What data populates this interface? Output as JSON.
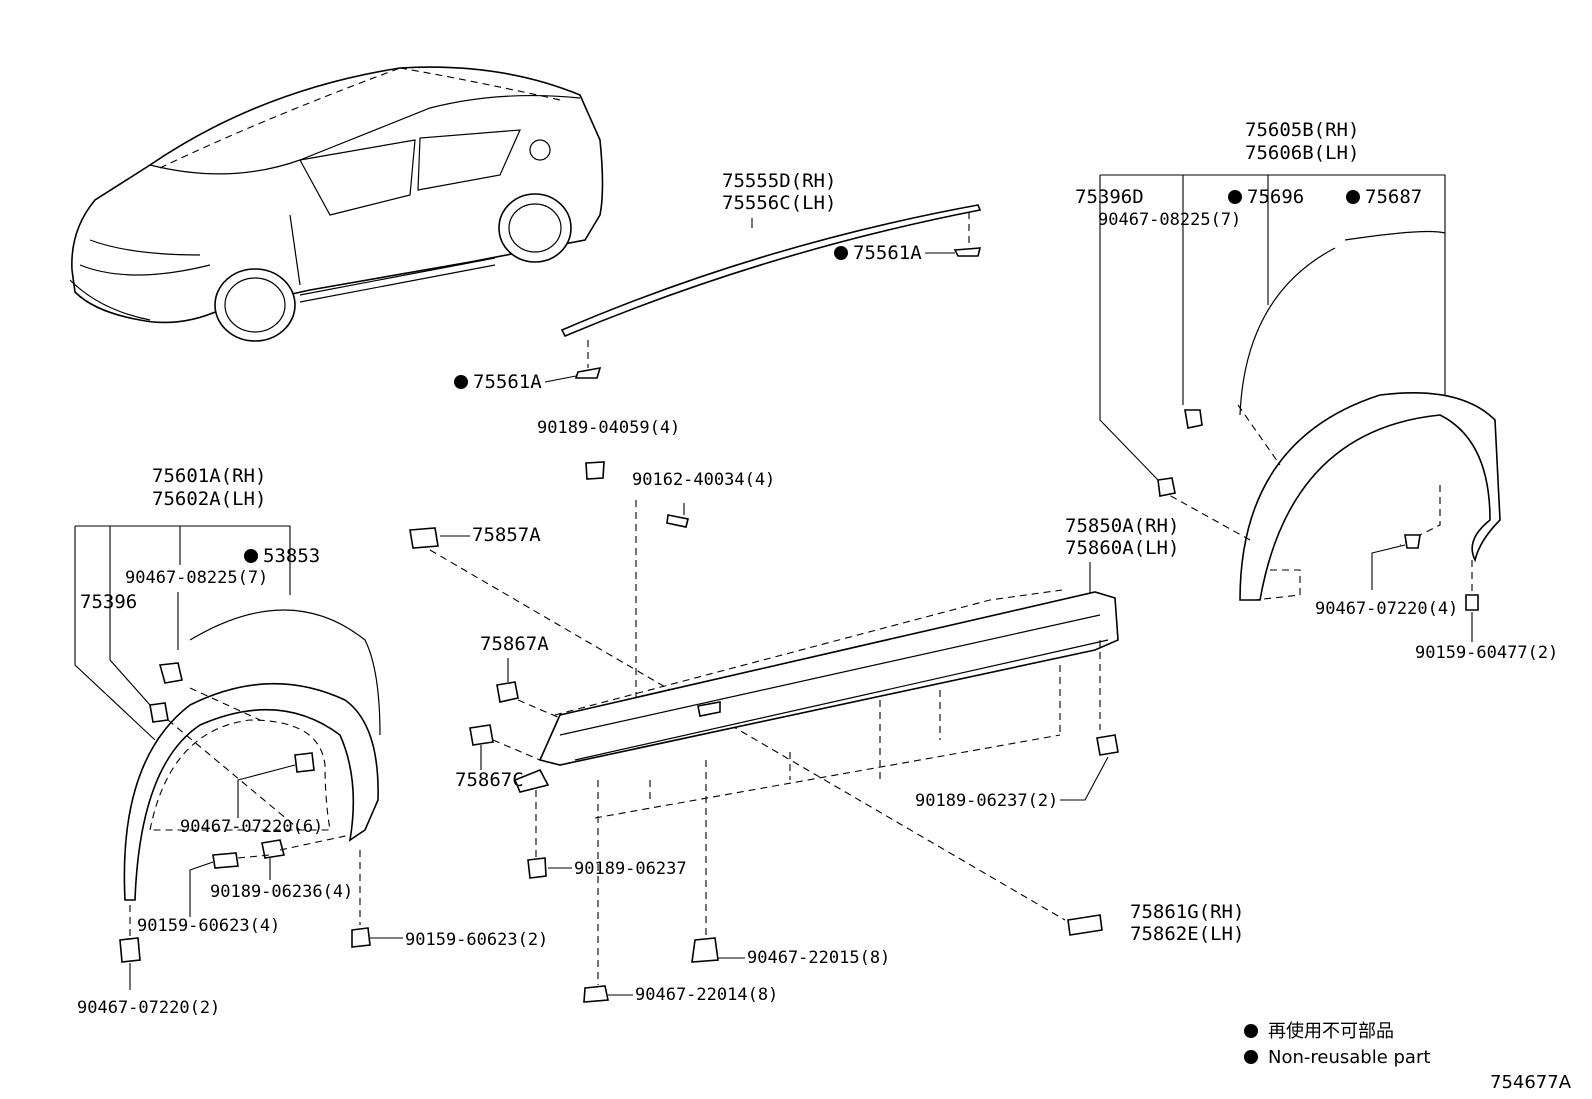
{
  "labels": {
    "l75555D": "75555D(RH)",
    "l75556C": "75556C(LH)",
    "l75561A_top": "75561A",
    "l75561A_bottom": "75561A",
    "l75605B": "75605B(RH)",
    "l75606B": "75606B(LH)",
    "l75396D": "75396D",
    "l75696": "75696",
    "l75687": "75687",
    "l90467_08225_right": "90467-08225(7)",
    "l90189_04059": "90189-04059(4)",
    "l90162_40034": "90162-40034(4)",
    "l75857A": "75857A",
    "l75601A": "75601A(RH)",
    "l75602A": "75602A(LH)",
    "l53853": "53853",
    "l90467_08225_left": "90467-08225(7)",
    "l75396": "75396",
    "l75850A": "75850A(RH)",
    "l75860A": "75860A(LH)",
    "l90467_07220_4": "90467-07220(4)",
    "l90159_60477": "90159-60477(2)",
    "l75867A": "75867A",
    "l75867C": "75867C",
    "l90189_06237_2": "90189-06237(2)",
    "l90467_07220_6": "90467-07220(6)",
    "l90189_06236": "90189-06236(4)",
    "l90159_60623_4": "90159-60623(4)",
    "l90159_60623_2": "90159-60623(2)",
    "l90467_07220_2": "90467-07220(2)",
    "l90189_06237": "90189-06237",
    "l75861G": "75861G(RH)",
    "l75862E": "75862E(LH)",
    "l90467_22015": "90467-22015(8)",
    "l90467_22014": "90467-22014(8)"
  },
  "legend": {
    "jp": "再使用不可部品",
    "en": "Non-reusable part"
  },
  "diagram_id": "754677A"
}
